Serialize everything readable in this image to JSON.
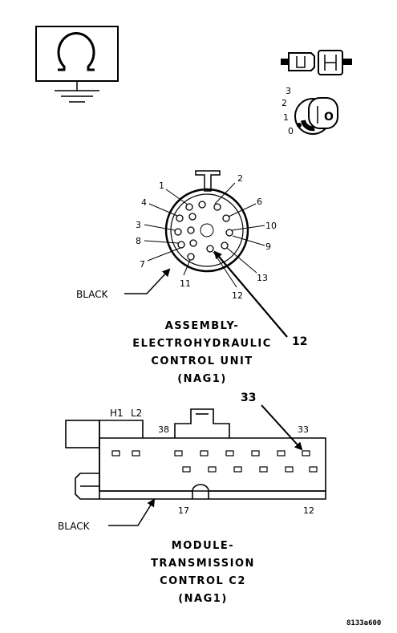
{
  "symbols": {
    "meter": "ohmmeter-icon",
    "ignition": "ignition-key-icon",
    "connector": "connector-disconnect-icon"
  },
  "ignition_positions": [
    "3",
    "2",
    "1",
    "0"
  ],
  "key_label": "O",
  "assembly_connector": {
    "pins": [
      "1",
      "2",
      "4",
      "6",
      "3",
      "10",
      "8",
      "9",
      "7",
      "13",
      "11",
      "12"
    ],
    "callout": "12",
    "wire_label": "BLACK",
    "caption": [
      "ASSEMBLY-",
      "ELECTROHYDRAULIC",
      "CONTROL UNIT",
      "(NAG1)"
    ]
  },
  "module_connector": {
    "top_labels": {
      "h1": "H1",
      "l2": "L2",
      "left_pin": "38",
      "right_pin": "33"
    },
    "callout": "33",
    "bottom_labels": {
      "left_pin": "17",
      "right_pin": "12"
    },
    "wire_label": "BLACK",
    "caption": [
      "MODULE-",
      "TRANSMISSION",
      "CONTROL C2",
      "(NAG1)"
    ]
  },
  "figure_ref": "8133a600"
}
